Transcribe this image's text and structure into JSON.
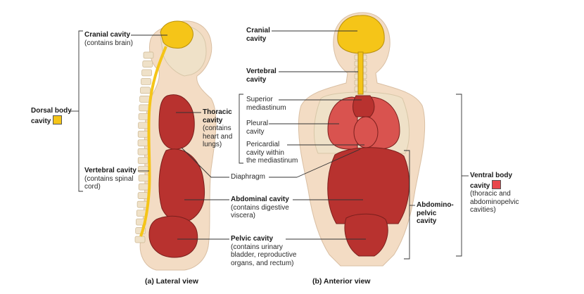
{
  "colors": {
    "dorsal": "#f5c518",
    "ventral": "#e8474b",
    "organ": "#b8322f",
    "organ_light": "#d9534f",
    "skin": "#f3dcc4",
    "bone": "#efe1c8",
    "line": "#333333"
  },
  "labels": {
    "cranial_lateral": {
      "title": "Cranial cavity",
      "sub": "(contains brain)"
    },
    "dorsal_body": {
      "title_1": "Dorsal body",
      "title_2": "cavity"
    },
    "vertebral_lateral": {
      "title": "Vertebral cavity",
      "sub_1": "(contains spinal",
      "sub_2": "cord)"
    },
    "thoracic": {
      "title_1": "Thoracic",
      "title_2": "cavity",
      "sub_1": "(contains",
      "sub_2": "heart and",
      "sub_3": "lungs)"
    },
    "diaphragm": "Diaphragm",
    "abdominal": {
      "title": "Abdominal cavity",
      "sub_1": "(contains digestive",
      "sub_2": "viscera)"
    },
    "pelvic": {
      "title": "Pelvic cavity",
      "sub_1": "(contains urinary",
      "sub_2": "bladder, reproductive",
      "sub_3": "organs, and rectum)"
    },
    "cranial_anterior": {
      "title_1": "Cranial",
      "title_2": "cavity"
    },
    "vertebral_anterior": {
      "title_1": "Vertebral",
      "title_2": "cavity"
    },
    "superior_mediastinum": {
      "line_1": "Superior",
      "line_2": "mediastinum"
    },
    "pleural": {
      "line_1": "Pleural",
      "line_2": "cavity"
    },
    "pericardial": {
      "line_1": "Pericardial",
      "line_2": "cavity within",
      "line_3": "the mediastinum"
    },
    "abdominopelvic": {
      "line_1": "Abdomino-",
      "line_2": "pelvic",
      "line_3": "cavity"
    },
    "ventral_body": {
      "title_1": "Ventral body",
      "title_2": "cavity",
      "sub_1": "(thoracic and",
      "sub_2": "abdominopelvic",
      "sub_3": "cavities)"
    }
  },
  "captions": {
    "lateral": "(a) Lateral view",
    "anterior": "(b) Anterior view"
  }
}
